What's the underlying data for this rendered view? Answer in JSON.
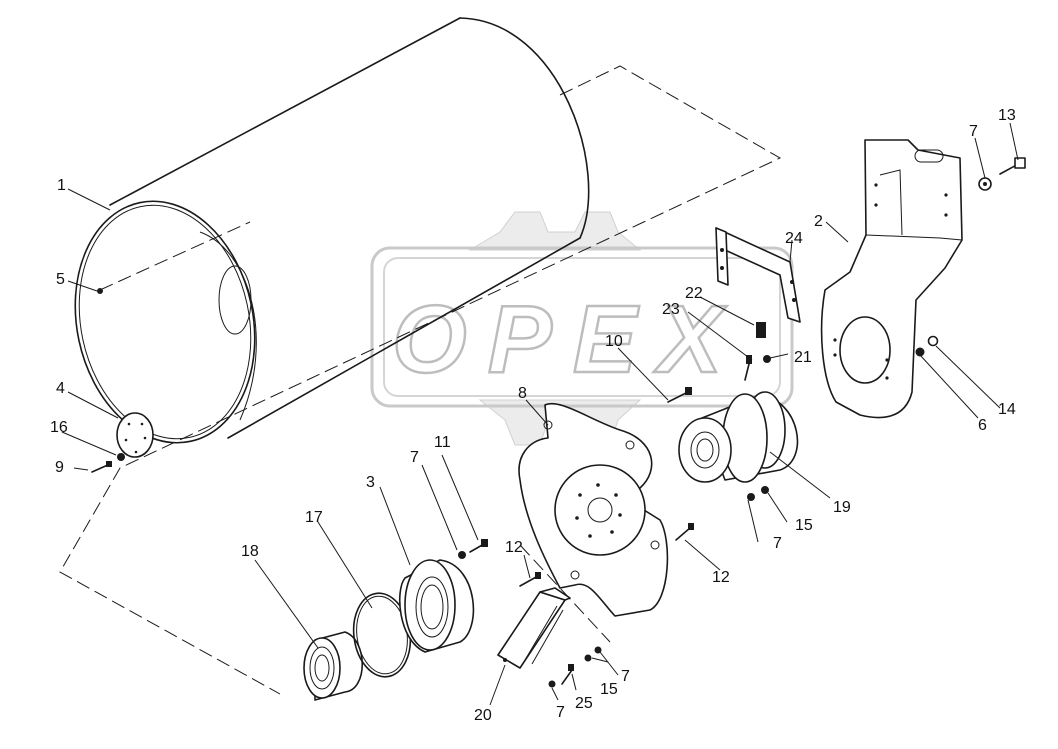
{
  "watermark": {
    "text": "OPEX"
  },
  "callouts": [
    {
      "id": "c1",
      "label": "1"
    },
    {
      "id": "c2",
      "label": "2"
    },
    {
      "id": "c3",
      "label": "3"
    },
    {
      "id": "c4",
      "label": "4"
    },
    {
      "id": "c5",
      "label": "5"
    },
    {
      "id": "c6",
      "label": "6"
    },
    {
      "id": "c7a",
      "label": "7"
    },
    {
      "id": "c7b",
      "label": "7"
    },
    {
      "id": "c7c",
      "label": "7"
    },
    {
      "id": "c7d",
      "label": "7"
    },
    {
      "id": "c7e",
      "label": "7"
    },
    {
      "id": "c8",
      "label": "8"
    },
    {
      "id": "c9",
      "label": "9"
    },
    {
      "id": "c10",
      "label": "10"
    },
    {
      "id": "c11",
      "label": "11"
    },
    {
      "id": "c12a",
      "label": "12"
    },
    {
      "id": "c12b",
      "label": "12"
    },
    {
      "id": "c13",
      "label": "13"
    },
    {
      "id": "c14",
      "label": "14"
    },
    {
      "id": "c15a",
      "label": "15"
    },
    {
      "id": "c15b",
      "label": "15"
    },
    {
      "id": "c16",
      "label": "16"
    },
    {
      "id": "c17",
      "label": "17"
    },
    {
      "id": "c18",
      "label": "18"
    },
    {
      "id": "c19",
      "label": "19"
    },
    {
      "id": "c20",
      "label": "20"
    },
    {
      "id": "c21",
      "label": "21"
    },
    {
      "id": "c22",
      "label": "22"
    },
    {
      "id": "c23",
      "label": "23"
    },
    {
      "id": "c24",
      "label": "24"
    },
    {
      "id": "c25",
      "label": "25"
    }
  ]
}
